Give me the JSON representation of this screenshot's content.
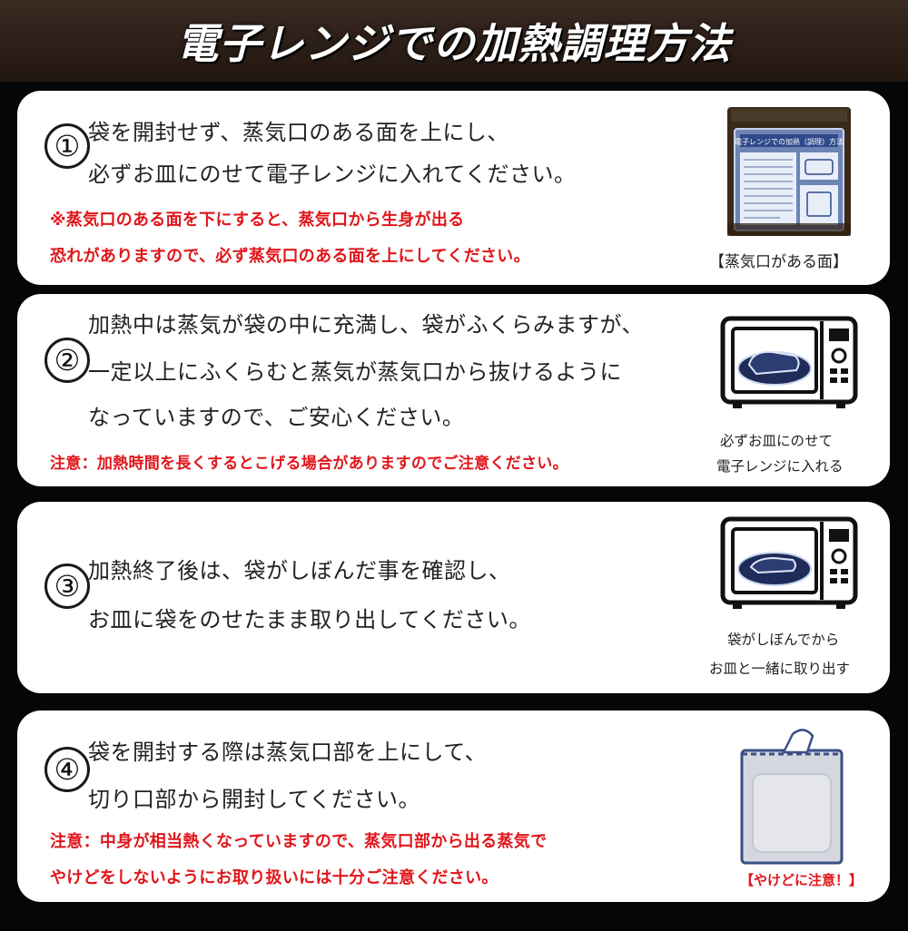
{
  "header": {
    "title": "電子レンジでの加熱調理方法"
  },
  "steps": [
    {
      "number": "①",
      "lines": [
        "袋を開封せず、蒸気口のある面を上にし、",
        "必ずお皿にのせて電子レンジに入れてください。"
      ],
      "warnings": [
        "※蒸気口のある面を下にすると、蒸気口から生身が出る",
        "恐れがありますので、必ず蒸気口のある面を上にしてください。"
      ],
      "caption": [
        "【蒸気口がある面】"
      ],
      "icon": "package-photo-icon",
      "package_text": [
        "電子レンジでの加熱（調理）方法"
      ]
    },
    {
      "number": "②",
      "lines": [
        "加熱中は蒸気が袋の中に充満し、袋がふくらみますが、",
        "一定以上にふくらむと蒸気が蒸気口から抜けるように",
        "なっていますので、ご安心ください。"
      ],
      "warnings": [
        "注意：加熱時間を長くするとこげる場合がありますのでご注意ください。"
      ],
      "caption": [
        "必ずお皿にのせて",
        "電子レンジに入れる"
      ],
      "icon": "microwave-icon"
    },
    {
      "number": "③",
      "lines": [
        "加熱終了後は、袋がしぼんだ事を確認し、",
        "お皿に袋をのせたまま取り出してください。"
      ],
      "warnings": [],
      "caption": [
        "袋がしぼんでから",
        "お皿と一緒に取り出す"
      ],
      "icon": "microwave-icon"
    },
    {
      "number": "④",
      "lines": [
        "袋を開封する際は蒸気口部を上にして、",
        "切り口部から開封してください。"
      ],
      "warnings": [
        "注意：中身が相当熱くなっていますので、蒸気口部から出る蒸気で",
        "やけどをしないようにお取り扱いには十分ご注意ください。"
      ],
      "caption": [
        "【やけどに注意！】"
      ],
      "icon": "pouch-icon"
    }
  ],
  "colors": {
    "warning": "#e0161b",
    "header_bg": "#2c1f18",
    "page_bg": "#060606",
    "card_bg": "#ffffff"
  }
}
